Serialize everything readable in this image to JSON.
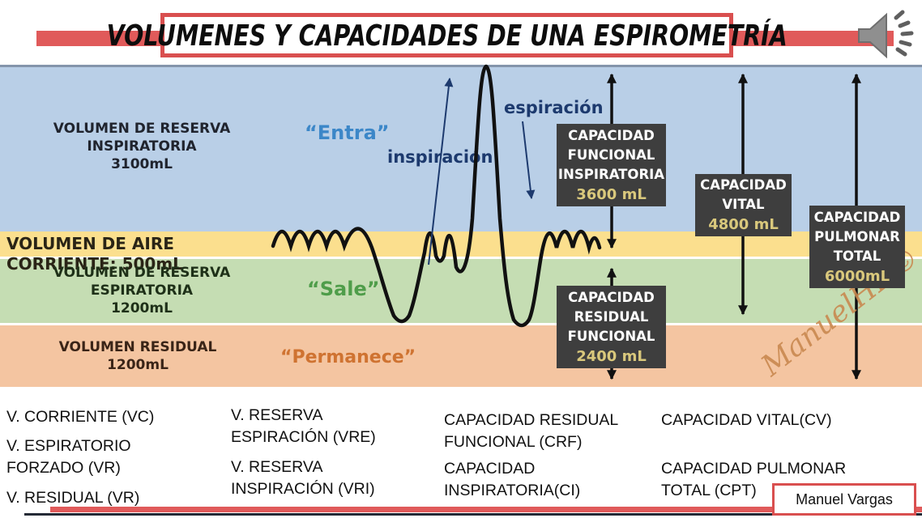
{
  "title": "VOLUMENES Y CAPACIDADES DE UNA ESPIROMETRÍA",
  "bands": {
    "vri": {
      "label": "VOLUMEN DE RESERVA\nINSPIRATORIA\n3100mL",
      "color": "#b9cfe7"
    },
    "vc": {
      "label": "VOLUMEN DE AIRE CORRIENTE: 500mL",
      "color": "#fbdf8e"
    },
    "vre": {
      "label": "VOLUMEN DE RESERVA\nESPIRATORIA\n1200mL",
      "color": "#c5ddb3"
    },
    "vr": {
      "label": "VOLUMEN RESIDUAL\n1200mL",
      "color": "#f4c5a1"
    }
  },
  "annotations": {
    "entra": "“Entra”",
    "sale": "“Sale”",
    "permanece": "“Permanece”",
    "inspiracion": "inspiración",
    "espiracion": "espiración"
  },
  "capacity_boxes": {
    "cfi": {
      "title": "CAPACIDAD\nFUNCIONAL\nINSPIRATORIA",
      "value": "3600 mL"
    },
    "cv": {
      "title": "CAPACIDAD\nVITAL",
      "value": "4800 mL"
    },
    "cpt": {
      "title": "CAPACIDAD\nPULMONAR\nTOTAL",
      "value": "6000mL"
    },
    "crf": {
      "title": "CAPACIDAD\nRESIDUAL\nFUNCIONAL",
      "value": "2400 mL"
    }
  },
  "legend": {
    "col1": [
      "V. CORRIENTE (VC)",
      "V. ESPIRATORIO\nFORZADO (VR)",
      "V. RESIDUAL (VR)"
    ],
    "col2": [
      "V. RESERVA\nESPIRACIÓN (VRE)",
      "V. RESERVA\nINSPIRACIÓN (VRI)"
    ],
    "col3": [
      "CAPACIDAD RESIDUAL\nFUNCIONAL (CRF)",
      "CAPACIDAD\nINSPIRATORIA(CI)"
    ],
    "col4": [
      "CAPACIDAD VITAL(CV)",
      "CAPACIDAD PULMONAR\nTOTAL (CPT)"
    ]
  },
  "signature": "ManuelHD©",
  "credit": "Manuel Vargas",
  "colors": {
    "accent_red": "#e05a5a",
    "band_blue": "#b9cfe7",
    "band_yellow": "#fbdf8e",
    "band_green": "#c5ddb3",
    "band_orange": "#f4c5a1",
    "box_dark": "#3e3e3e",
    "box_value_tan": "#d9c87c",
    "navy": "#1d3a6e",
    "entra_blue": "#3c87c8",
    "sale_green": "#4f9d4a",
    "permanece_orange": "#cf7331"
  }
}
